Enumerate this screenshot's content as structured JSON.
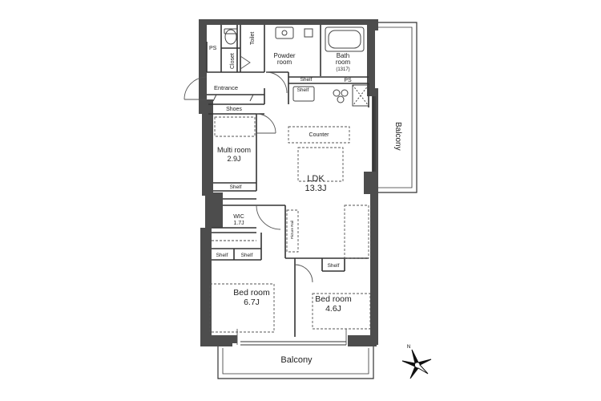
{
  "rooms": {
    "toilet": "Toilet",
    "closet": "Closet",
    "ps_top": "PS",
    "powder": [
      "Powder",
      "room"
    ],
    "bath": [
      "Bath",
      "room",
      "(1317)"
    ],
    "ps_mid": "PS",
    "shelf_powder": "Shelf",
    "shelf_kitchen": "Shelf",
    "entrance": "Entrance",
    "shoes": "Shoes",
    "multi": [
      "Multi room",
      "2.9J"
    ],
    "shelf_multi": "Shelf",
    "counter": "Counter",
    "ldk": [
      "LDK",
      "13.3J"
    ],
    "balcony_right": "Balcony",
    "wic": [
      "WIC",
      "1.7J"
    ],
    "picture_rail": "Picture Rail",
    "shelf_bed1_a": "Shelf",
    "shelf_bed1_b": "Shelf",
    "shelf_bed2": "Shelf",
    "bed1": [
      "Bed room",
      "6.7J"
    ],
    "bed2": [
      "Bed room",
      "4.6J"
    ],
    "balcony_bottom": "Balcony"
  },
  "compass": {
    "north_label": "N"
  },
  "colors": {
    "wall": "#4d4d4d",
    "line": "#333333",
    "dash": "#555555",
    "balcony_fill": "#ffffff"
  }
}
